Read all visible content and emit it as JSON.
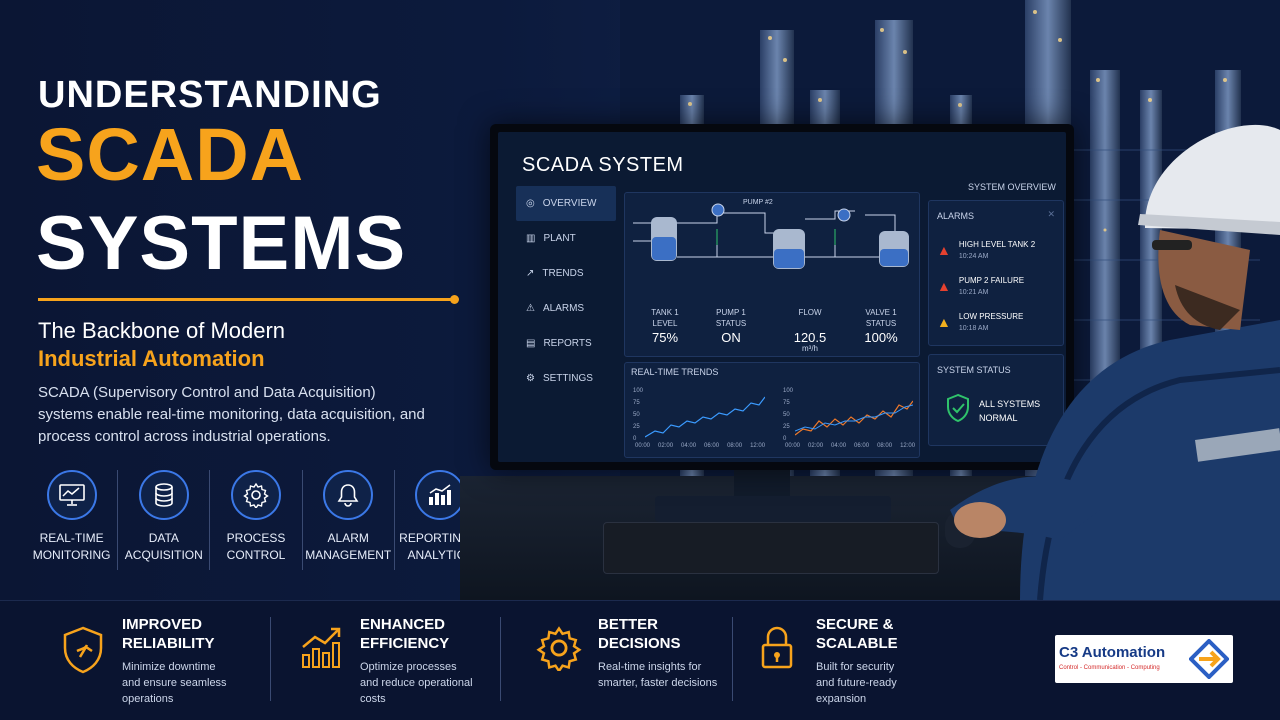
{
  "title": {
    "line1": "UNDERSTANDING",
    "line2": "SCADA",
    "line3": "SYSTEMS"
  },
  "subtitle": {
    "line1": "The Backbone of Modern",
    "line2": "Industrial Automation"
  },
  "description": "SCADA (Supervisory Control and Data Acquisition) systems enable real-time monitoring, data acquisition, and process control across industrial operations.",
  "features": [
    {
      "line1": "REAL-TIME",
      "line2": "MONITORING",
      "icon": "monitor-chart-icon"
    },
    {
      "line1": "DATA",
      "line2": "ACQUISITION",
      "icon": "database-icon"
    },
    {
      "line1": "PROCESS",
      "line2": "CONTROL",
      "icon": "gear-icon"
    },
    {
      "line1": "ALARM",
      "line2": "MANAGEMENT",
      "icon": "bell-icon"
    },
    {
      "line1": "REPORTING &",
      "line2": "ANALYTICS",
      "icon": "bar-chart-icon"
    }
  ],
  "screen": {
    "title": "SCADA SYSTEM",
    "overview_label": "SYSTEM OVERVIEW",
    "nav": [
      "OVERVIEW",
      "PLANT",
      "TRENDS",
      "ALARMS",
      "REPORTS",
      "SETTINGS"
    ],
    "pump_label": "PUMP #2",
    "stats": [
      {
        "label1": "TANK 1",
        "label2": "LEVEL",
        "value": "75%"
      },
      {
        "label1": "PUMP 1",
        "label2": "STATUS",
        "value": "ON"
      },
      {
        "label1": "FLOW",
        "label2": "",
        "value": "120.5",
        "unit": "m³/h"
      },
      {
        "label1": "VALVE 1",
        "label2": "STATUS",
        "value": "100%"
      }
    ],
    "trends_title": "REAL-TIME TRENDS",
    "trend_y_ticks": [
      "100",
      "75",
      "50",
      "25",
      "0"
    ],
    "trend_x_ticks": [
      "00:00",
      "02:00",
      "04:00",
      "06:00",
      "08:00",
      "12:00"
    ],
    "trend_x_ticks_2": [
      "00:00",
      "02:00",
      "04:00",
      "06:00",
      "08:00",
      "12:00"
    ],
    "alarms_title": "ALARMS",
    "alarms": [
      {
        "name": "HIGH LEVEL TANK 2",
        "time": "10:24 AM",
        "color": "#e5412f"
      },
      {
        "name": "PUMP 2 FAILURE",
        "time": "10:21 AM",
        "color": "#e5412f"
      },
      {
        "name": "LOW PRESSURE",
        "time": "10:18 AM",
        "color": "#f2b01e"
      }
    ],
    "status_title": "SYSTEM STATUS",
    "status_line1": "ALL SYSTEMS",
    "status_line2": "NORMAL"
  },
  "benefits": [
    {
      "title1": "IMPROVED",
      "title2": "RELIABILITY",
      "desc": [
        "Minimize downtime",
        "and ensure seamless",
        "operations"
      ],
      "icon": "shield-icon"
    },
    {
      "title1": "ENHANCED",
      "title2": "EFFICIENCY",
      "desc": [
        "Optimize processes",
        "and reduce operational",
        "costs"
      ],
      "icon": "growth-chart-icon"
    },
    {
      "title1": "BETTER",
      "title2": "DECISIONS",
      "desc": [
        "Real-time insights for",
        "smarter, faster decisions"
      ],
      "icon": "gear-icon"
    },
    {
      "title1": "SECURE &",
      "title2": "SCALABLE",
      "desc": [
        "Built for security",
        "and future-ready",
        "expansion"
      ],
      "icon": "lock-icon"
    }
  ],
  "logo": {
    "name": "C3 Automation",
    "tagline": "Control - Communication - Computing"
  },
  "colors": {
    "accent": "#f7a31c",
    "background": "#0a1430",
    "icon_blue": "#3b78e7",
    "alarm_red": "#e5412f",
    "alarm_yellow": "#f2b01e",
    "status_green": "#2fc26b"
  }
}
